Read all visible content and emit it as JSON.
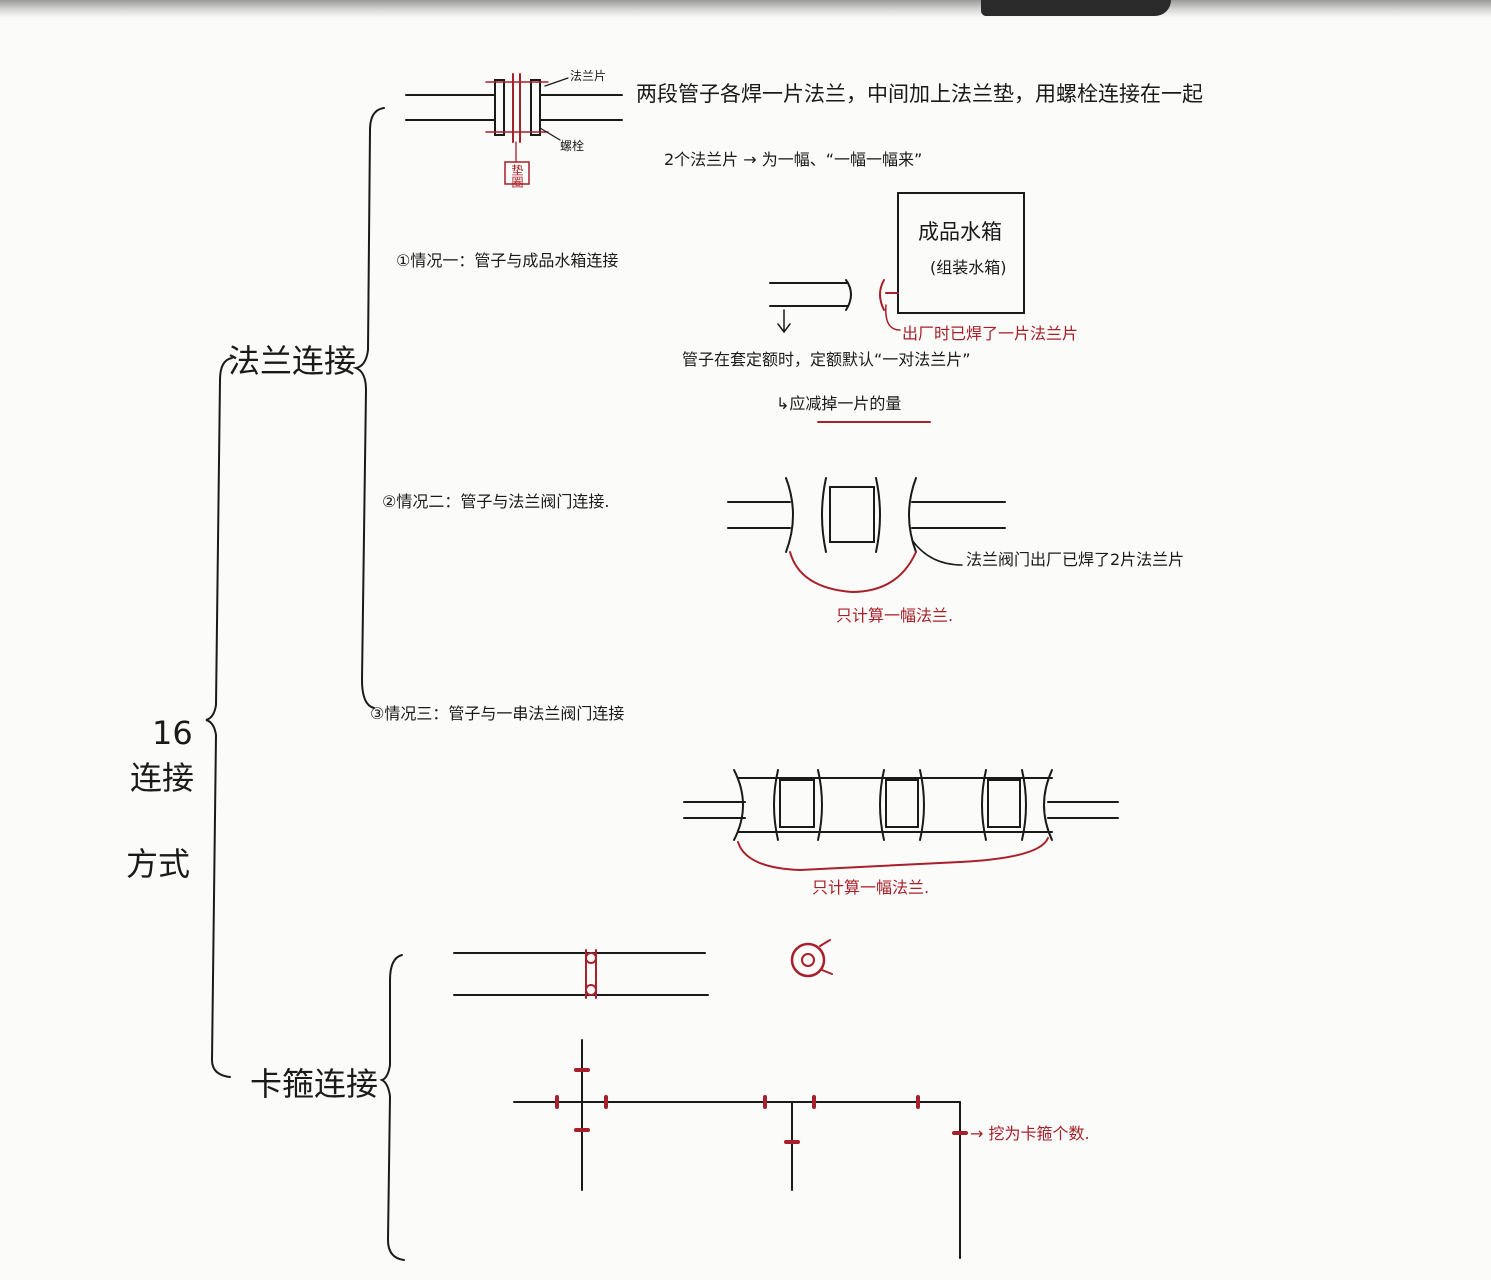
{
  "root": {
    "number": "16",
    "line1": "连接",
    "line2": "方式"
  },
  "flange": {
    "title": "法兰连接",
    "label_flange_piece": "法兰片",
    "label_bolt": "螺栓",
    "label_gasket": "垫圈",
    "description": "两段管子各焊一片法兰，中间加上法兰垫，用螺栓连接在一起",
    "note_pair": "2个法兰片 → 为一幅、“一幅一幅来”",
    "case1": {
      "label": "①情况一：管子与成品水箱连接",
      "tank_line1": "成品水箱",
      "tank_line2": "(组装水箱)",
      "note_factory": "出厂时已焊了一片法兰片",
      "note_quota": "管子在套定额时，定额默认“一对法兰片”",
      "note_deduct": "↳应减掉一片的量"
    },
    "case2": {
      "label": "②情况二：管子与法兰阀门连接.",
      "note_valve": "法兰阀门出厂已焊了2片法兰片",
      "note_count": "只计算一幅法兰."
    },
    "case3": {
      "label": "③情况三：管子与一串法兰阀门连接",
      "note_count": "只计算一幅法兰."
    }
  },
  "clamp": {
    "title": "卡箍连接",
    "note_joint": "→ 挖为卡箍个数."
  },
  "colors": {
    "ink": "#1a1a1a",
    "red_ink": "#a8202a",
    "paper": "#fbfbf9"
  }
}
